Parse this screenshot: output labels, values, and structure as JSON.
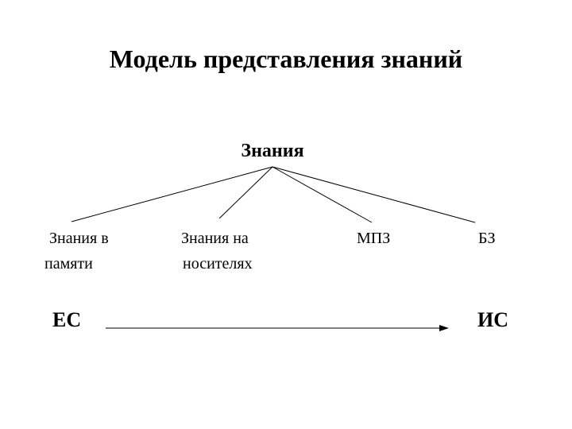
{
  "title": "Модель представления знаний",
  "root": "Знания",
  "leaves": [
    {
      "line1": "Знания в",
      "line2": "памяти"
    },
    {
      "line1": "Знания  на",
      "line2": "носителях"
    },
    {
      "line1": "МПЗ",
      "line2": ""
    },
    {
      "line1": "БЗ",
      "line2": ""
    }
  ],
  "poles": {
    "left": "ЕС",
    "right": "ИС"
  }
}
